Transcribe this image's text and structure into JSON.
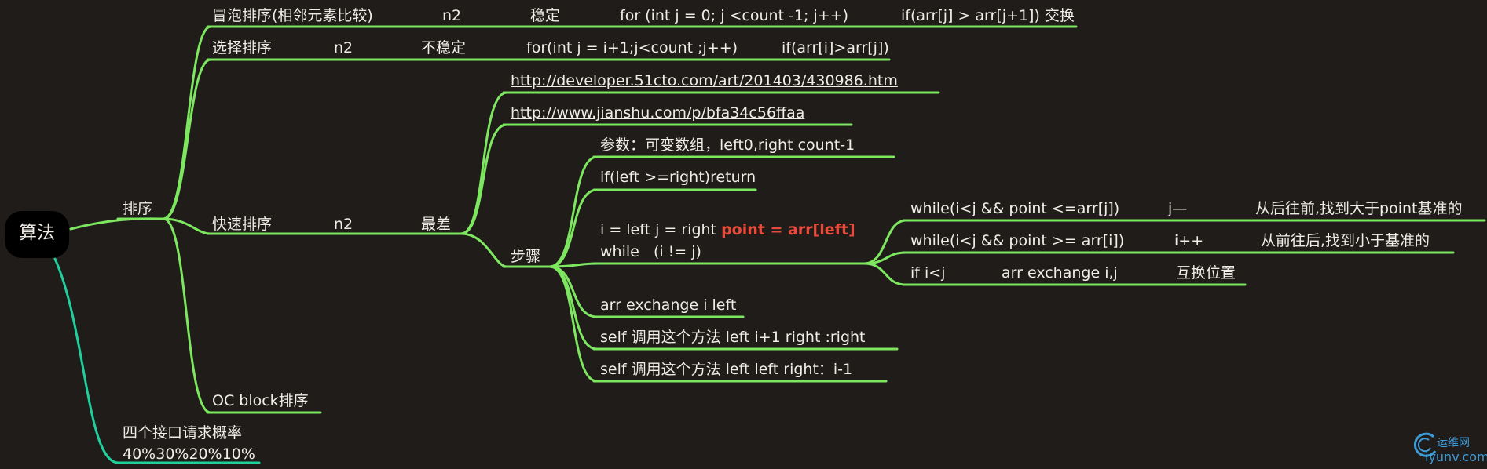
{
  "root": "算法",
  "sort": {
    "label": "排序",
    "bubble": {
      "name": "冒泡排序(相邻元素比较)",
      "complexity": "n2",
      "stability": "稳定",
      "loop": "for (int j = 0; j <count -1; j++)",
      "compare": "if(arr[j] > arr[j+1]) 交换"
    },
    "selection": {
      "name": "选择排序",
      "complexity": "n2",
      "stability": "不稳定",
      "loop": "for(int j = i+1;j<count ;j++)",
      "compare": "if(arr[i]>arr[j])"
    },
    "quick": {
      "name": "快速排序",
      "complexity": "n2",
      "worst": "最差",
      "link1": "http://developer.51cto.com/art/201403/430986.htm",
      "link2": "http://www.jianshu.com/p/bfa34c56ffaa",
      "steps": {
        "label": "步骤",
        "params": "参数：可变数组，left0,right count-1",
        "guard": "if(left >=right)return",
        "init_a": "i = left j = right ",
        "init_b": "point = arr[left]",
        "while_line": "while   (i != j)",
        "inner": {
          "w1": "while(i<j && point <=arr[j])",
          "w1_op": "j—",
          "w1_note": "从后往前,找到大于point基准的",
          "w2": "while(i<j && point >= arr[i])",
          "w2_op": "i++",
          "w2_note": "从前往后,找到小于基准的",
          "w3": "if i<j",
          "w3_op": "arr exchange i,j",
          "w3_note": "互换位置"
        },
        "exchange": "arr exchange i left",
        "recurse_right": "self 调用这个方法 left i+1 right :right",
        "recurse_left": "self 调用这个方法 left left right：i-1"
      }
    },
    "oc_block": "OC block排序"
  },
  "probability": {
    "line1": "四个接口请求概率",
    "line2": "40%30%20%10%"
  },
  "watermark": {
    "cn": "运维网",
    "en": "iyunv.com"
  },
  "colors": {
    "branch": "#7de85f",
    "teal": "#1fcf9c",
    "highlight": "#e8493a",
    "background": "#1f1c1a"
  }
}
